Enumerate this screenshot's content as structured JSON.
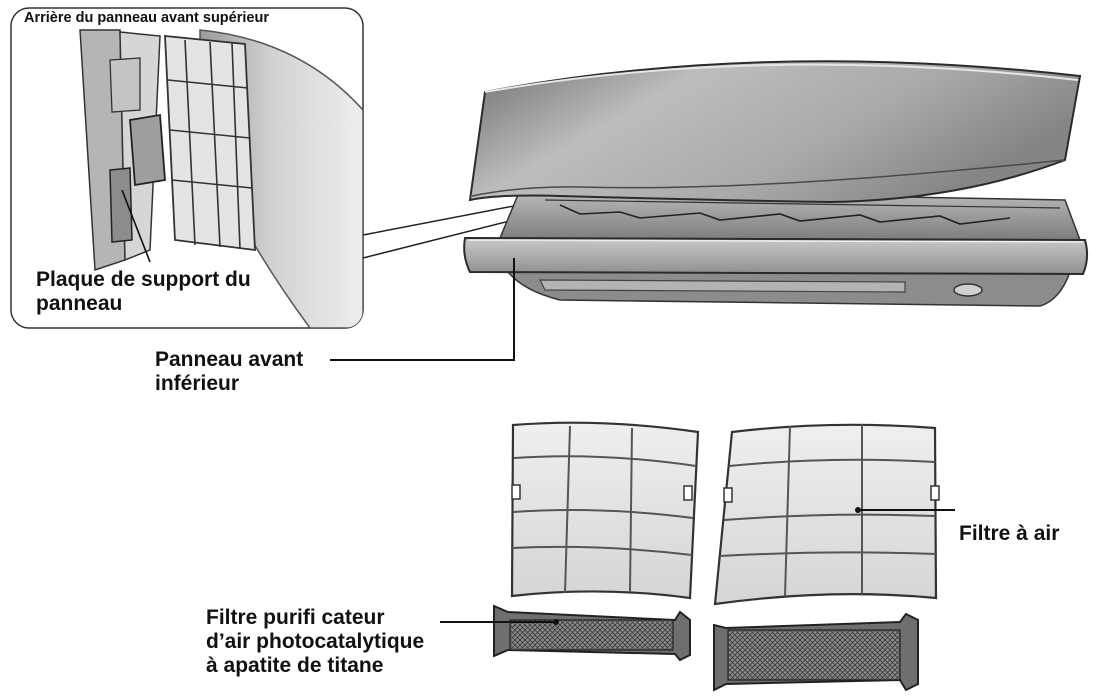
{
  "labels": {
    "inset_title": "Arrière du panneau avant supérieur",
    "support_plate": [
      "Plaque de support du",
      "panneau"
    ],
    "lower_front_panel": [
      "Panneau avant",
      "inférieur"
    ],
    "air_filter": "Filtre à air",
    "photocatalytic_filter": [
      "Filtre purifi cateur",
      "d’air photocatalytique",
      "à apatite de titane"
    ]
  }
}
